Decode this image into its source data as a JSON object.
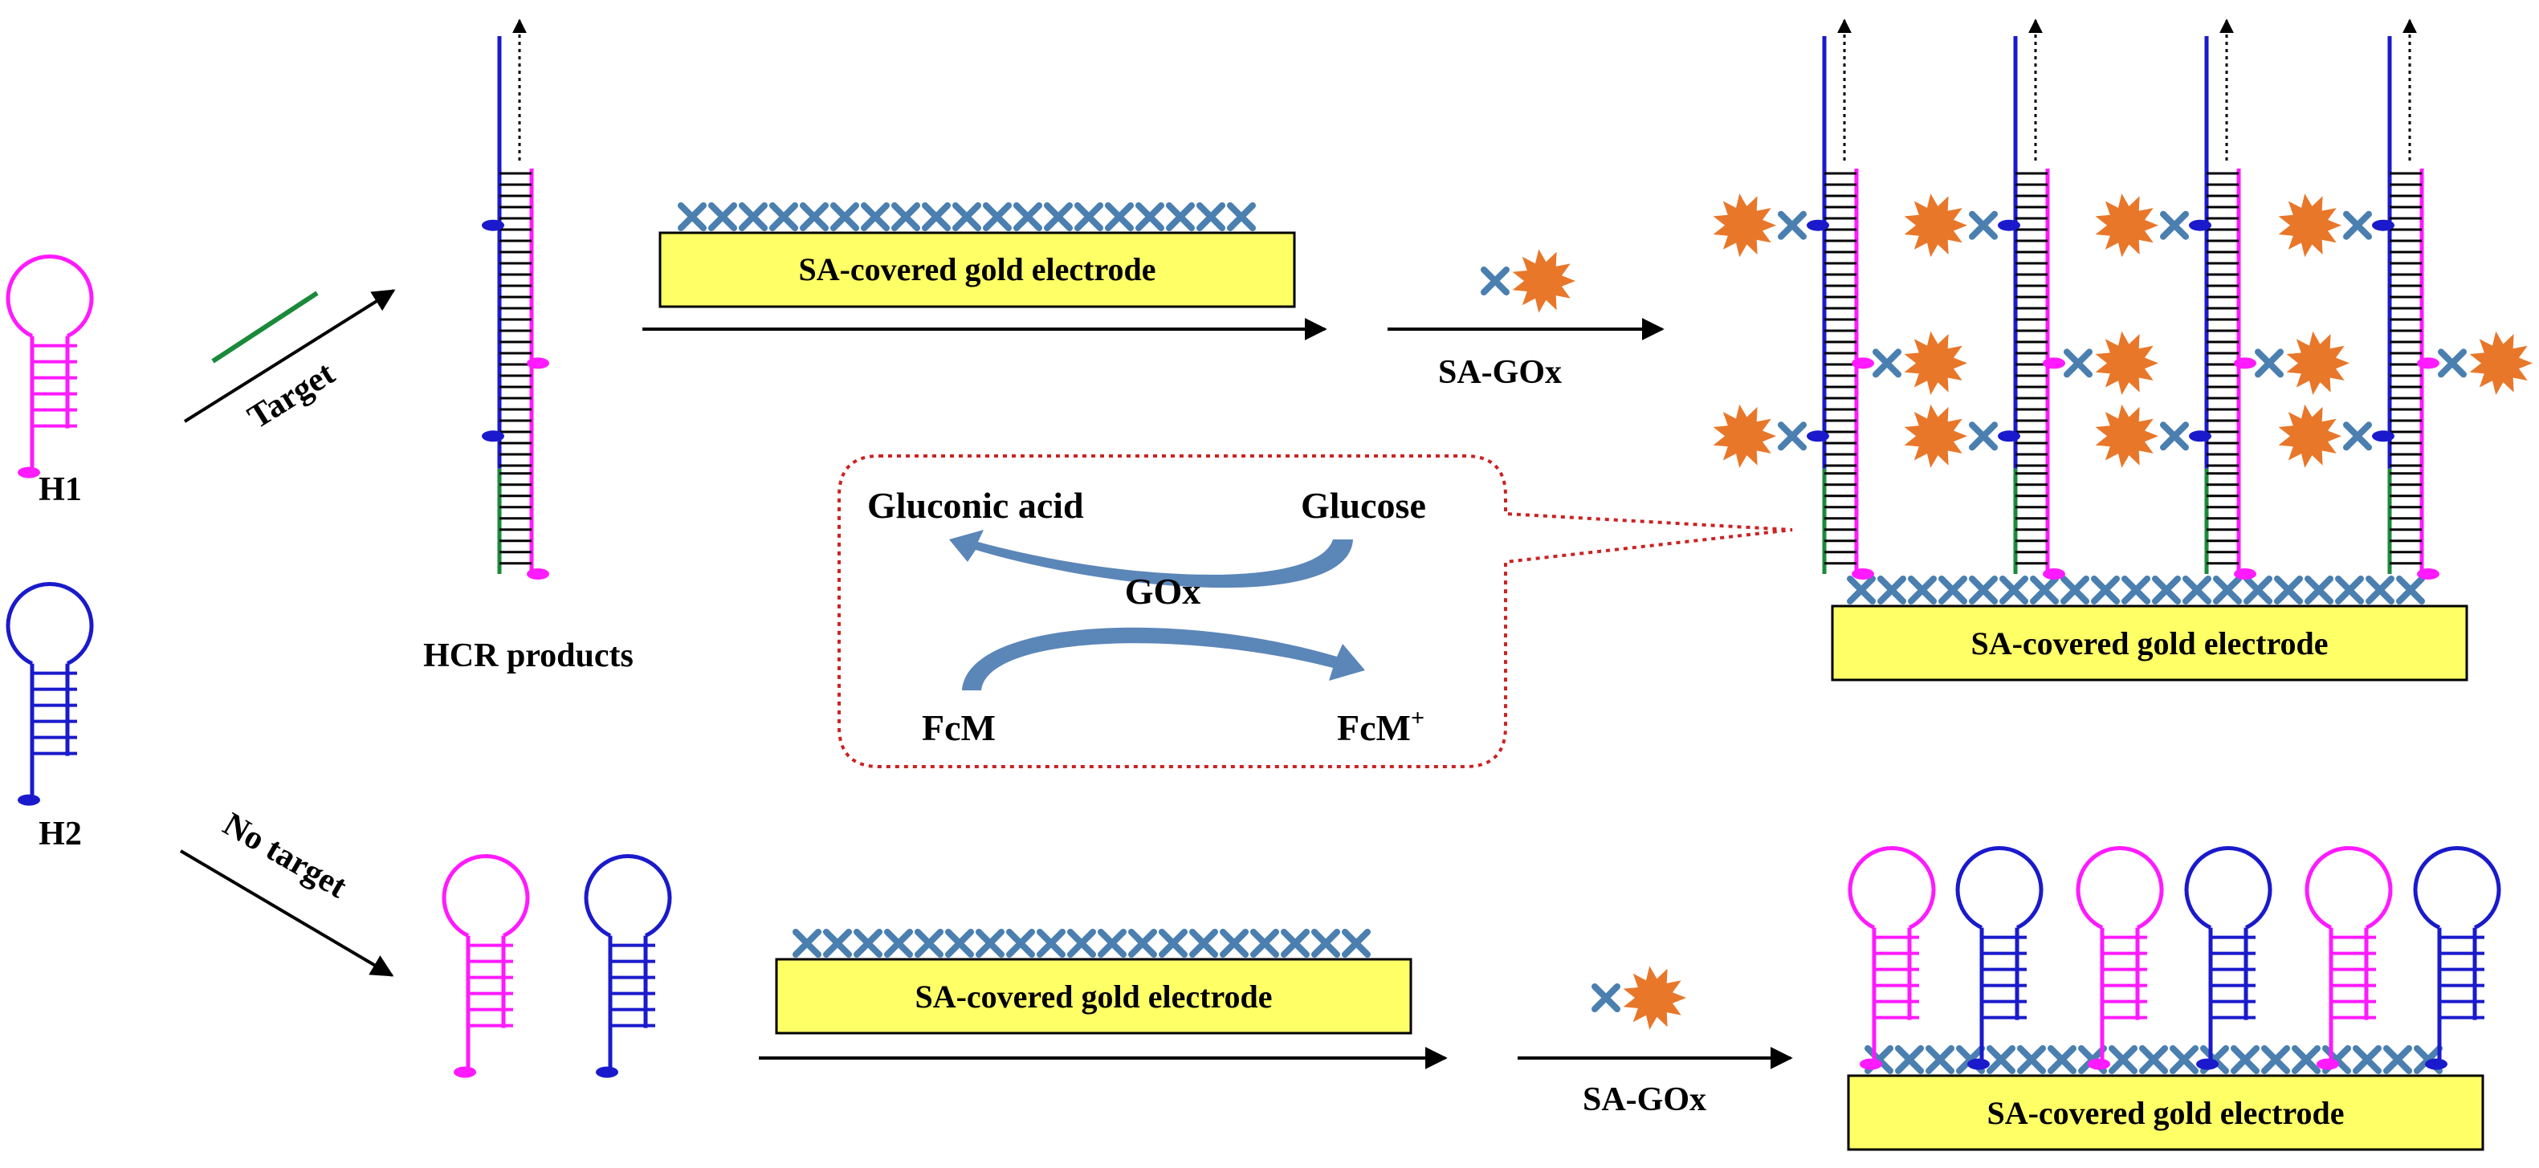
{
  "labels": {
    "h1": "H1",
    "h2": "H2",
    "target": "Target",
    "no_target": "No target",
    "hcr_products": "HCR products",
    "sa_gox_top": "SA-GOx",
    "sa_gox_bottom": "SA-GOx",
    "electrode_top_small": "SA-covered gold electrode",
    "electrode_top_right": "SA-covered gold electrode",
    "electrode_bottom_mid": "SA-covered gold electrode",
    "electrode_bottom_right": "SA-covered gold electrode"
  },
  "reaction": {
    "gluconic_acid": "Gluconic acid",
    "glucose": "Glucose",
    "enzyme": "GOx",
    "fcm": "FcM",
    "fcm_plus_base": "FcM",
    "fcm_plus_sup": "+"
  },
  "colors": {
    "h1_strand": "#ff1aff",
    "h2_strand": "#1a1acc",
    "target_strand": "#1a8a3a",
    "streptavidin": "#4a7fb0",
    "gox_enzyme": "#e8772a",
    "electrode_fill": "#ffff66",
    "reaction_border": "#cc2222",
    "reaction_arrow": "#5b86b8"
  }
}
